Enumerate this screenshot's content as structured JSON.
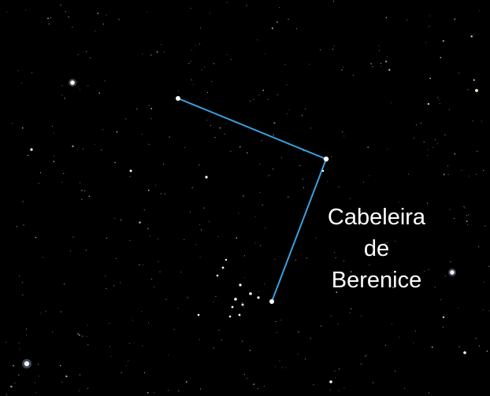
{
  "constellation": {
    "name_line1": "Cabeleira",
    "name_line2": "de",
    "name_line3": "Berenice",
    "line_color": "#3aa0e0",
    "star_color": "#ffffff",
    "background": "#000000"
  }
}
